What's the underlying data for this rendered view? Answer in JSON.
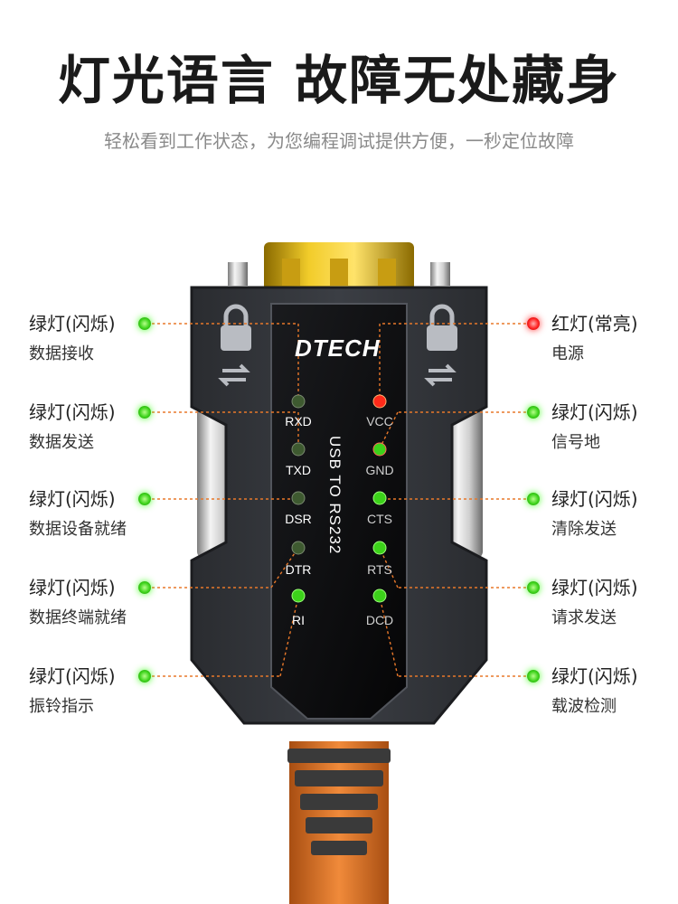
{
  "header": {
    "title": "灯光语言 故障无处藏身",
    "subtitle": "轻松看到工作状态，为您编程调试提供方便，一秒定位故障"
  },
  "device": {
    "brand": "DTECH",
    "model": "USB TO RS232",
    "left_pins": [
      "RXD",
      "TXD",
      "DSR",
      "DTR",
      "RI"
    ],
    "right_pins": [
      "VCC",
      "GND",
      "CTS",
      "RTS",
      "DCD"
    ]
  },
  "callouts": {
    "left": [
      {
        "main": "绿灯(闪烁)",
        "sub": "数据接收"
      },
      {
        "main": "绿灯(闪烁)",
        "sub": "数据发送"
      },
      {
        "main": "绿灯(闪烁)",
        "sub": "数据设备就绪"
      },
      {
        "main": "绿灯(闪烁)",
        "sub": "数据终端就绪"
      },
      {
        "main": "绿灯(闪烁)",
        "sub": "振铃指示"
      }
    ],
    "right": [
      {
        "main": "红灯(常亮)",
        "sub": "电源"
      },
      {
        "main": "绿灯(闪烁)",
        "sub": "信号地"
      },
      {
        "main": "绿灯(闪烁)",
        "sub": "清除发送"
      },
      {
        "main": "绿灯(闪烁)",
        "sub": "请求发送"
      },
      {
        "main": "绿灯(闪烁)",
        "sub": "载波检测"
      }
    ]
  },
  "colors": {
    "led_green": "#3cd21a",
    "led_red": "#ff2222",
    "leader_line": "#e8782a",
    "cable": "#e8782a"
  }
}
